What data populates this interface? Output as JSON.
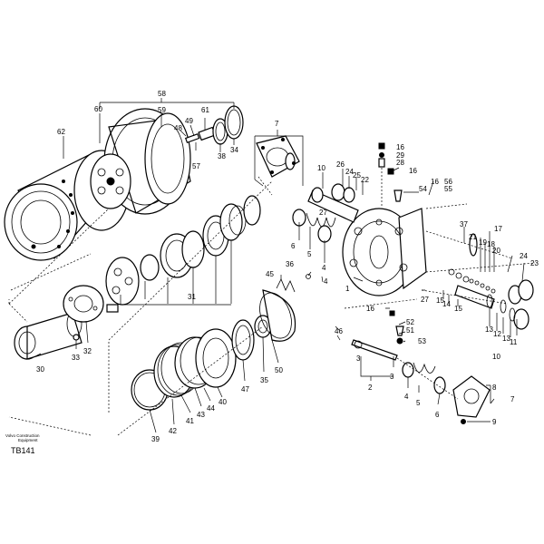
{
  "drawing": {
    "publisher_lines": [
      "Volvo Construction",
      "Equipment"
    ],
    "figure_code": "TB141"
  },
  "callouts": [
    {
      "id": "c58",
      "text": "58"
    },
    {
      "id": "c60",
      "text": "60"
    },
    {
      "id": "c59",
      "text": "59"
    },
    {
      "id": "c61",
      "text": "61"
    },
    {
      "id": "c49",
      "text": "49"
    },
    {
      "id": "c48",
      "text": "48"
    },
    {
      "id": "c57",
      "text": "57"
    },
    {
      "id": "c38",
      "text": "38"
    },
    {
      "id": "c34",
      "text": "34"
    },
    {
      "id": "c62",
      "text": "62"
    },
    {
      "id": "c7a",
      "text": "7"
    },
    {
      "id": "c10a",
      "text": "10"
    },
    {
      "id": "c16a",
      "text": "16"
    },
    {
      "id": "c29",
      "text": "29"
    },
    {
      "id": "c28",
      "text": "28"
    },
    {
      "id": "c16b",
      "text": "16"
    },
    {
      "id": "c26",
      "text": "26"
    },
    {
      "id": "c24a",
      "text": "24"
    },
    {
      "id": "c25",
      "text": "25"
    },
    {
      "id": "c22",
      "text": "22"
    },
    {
      "id": "c54",
      "text": "54"
    },
    {
      "id": "c16c",
      "text": "16"
    },
    {
      "id": "c56",
      "text": "56"
    },
    {
      "id": "c55",
      "text": "55"
    },
    {
      "id": "c27a",
      "text": "27"
    },
    {
      "id": "c6a",
      "text": "6"
    },
    {
      "id": "c5a",
      "text": "5"
    },
    {
      "id": "c4a",
      "text": "4"
    },
    {
      "id": "c37",
      "text": "37"
    },
    {
      "id": "c17",
      "text": "17"
    },
    {
      "id": "c21",
      "text": "21"
    },
    {
      "id": "c19",
      "text": "19"
    },
    {
      "id": "c18",
      "text": "18"
    },
    {
      "id": "c20",
      "text": "20"
    },
    {
      "id": "c24b",
      "text": "24"
    },
    {
      "id": "c23",
      "text": "23"
    },
    {
      "id": "c31",
      "text": "31"
    },
    {
      "id": "c45",
      "text": "45"
    },
    {
      "id": "c36",
      "text": "36"
    },
    {
      "id": "c4b",
      "text": "4"
    },
    {
      "id": "c1",
      "text": "1"
    },
    {
      "id": "c27b",
      "text": "27"
    },
    {
      "id": "c15a",
      "text": "15"
    },
    {
      "id": "c14",
      "text": "14"
    },
    {
      "id": "c15b",
      "text": "15"
    },
    {
      "id": "c13",
      "text": "13"
    },
    {
      "id": "c12",
      "text": "12"
    },
    {
      "id": "c13b",
      "text": "13"
    },
    {
      "id": "c11",
      "text": "11"
    },
    {
      "id": "c10b",
      "text": "10"
    },
    {
      "id": "c16d",
      "text": "16"
    },
    {
      "id": "c52",
      "text": "52"
    },
    {
      "id": "c51",
      "text": "51"
    },
    {
      "id": "c53",
      "text": "53"
    },
    {
      "id": "c46",
      "text": "46"
    },
    {
      "id": "c50",
      "text": "50"
    },
    {
      "id": "c35",
      "text": "35"
    },
    {
      "id": "c47",
      "text": "47"
    },
    {
      "id": "c40",
      "text": "40"
    },
    {
      "id": "c44",
      "text": "44"
    },
    {
      "id": "c43",
      "text": "43"
    },
    {
      "id": "c41",
      "text": "41"
    },
    {
      "id": "c42",
      "text": "42"
    },
    {
      "id": "c39",
      "text": "39"
    },
    {
      "id": "c30",
      "text": "30"
    },
    {
      "id": "c33",
      "text": "33"
    },
    {
      "id": "c32",
      "text": "32"
    },
    {
      "id": "c3a",
      "text": "3"
    },
    {
      "id": "c2",
      "text": "2"
    },
    {
      "id": "c3b",
      "text": "3"
    },
    {
      "id": "c4c",
      "text": "4"
    },
    {
      "id": "c5b",
      "text": "5"
    },
    {
      "id": "c6b",
      "text": "6"
    },
    {
      "id": "c8",
      "text": "8"
    },
    {
      "id": "c7b",
      "text": "7"
    },
    {
      "id": "c9",
      "text": "9"
    }
  ]
}
